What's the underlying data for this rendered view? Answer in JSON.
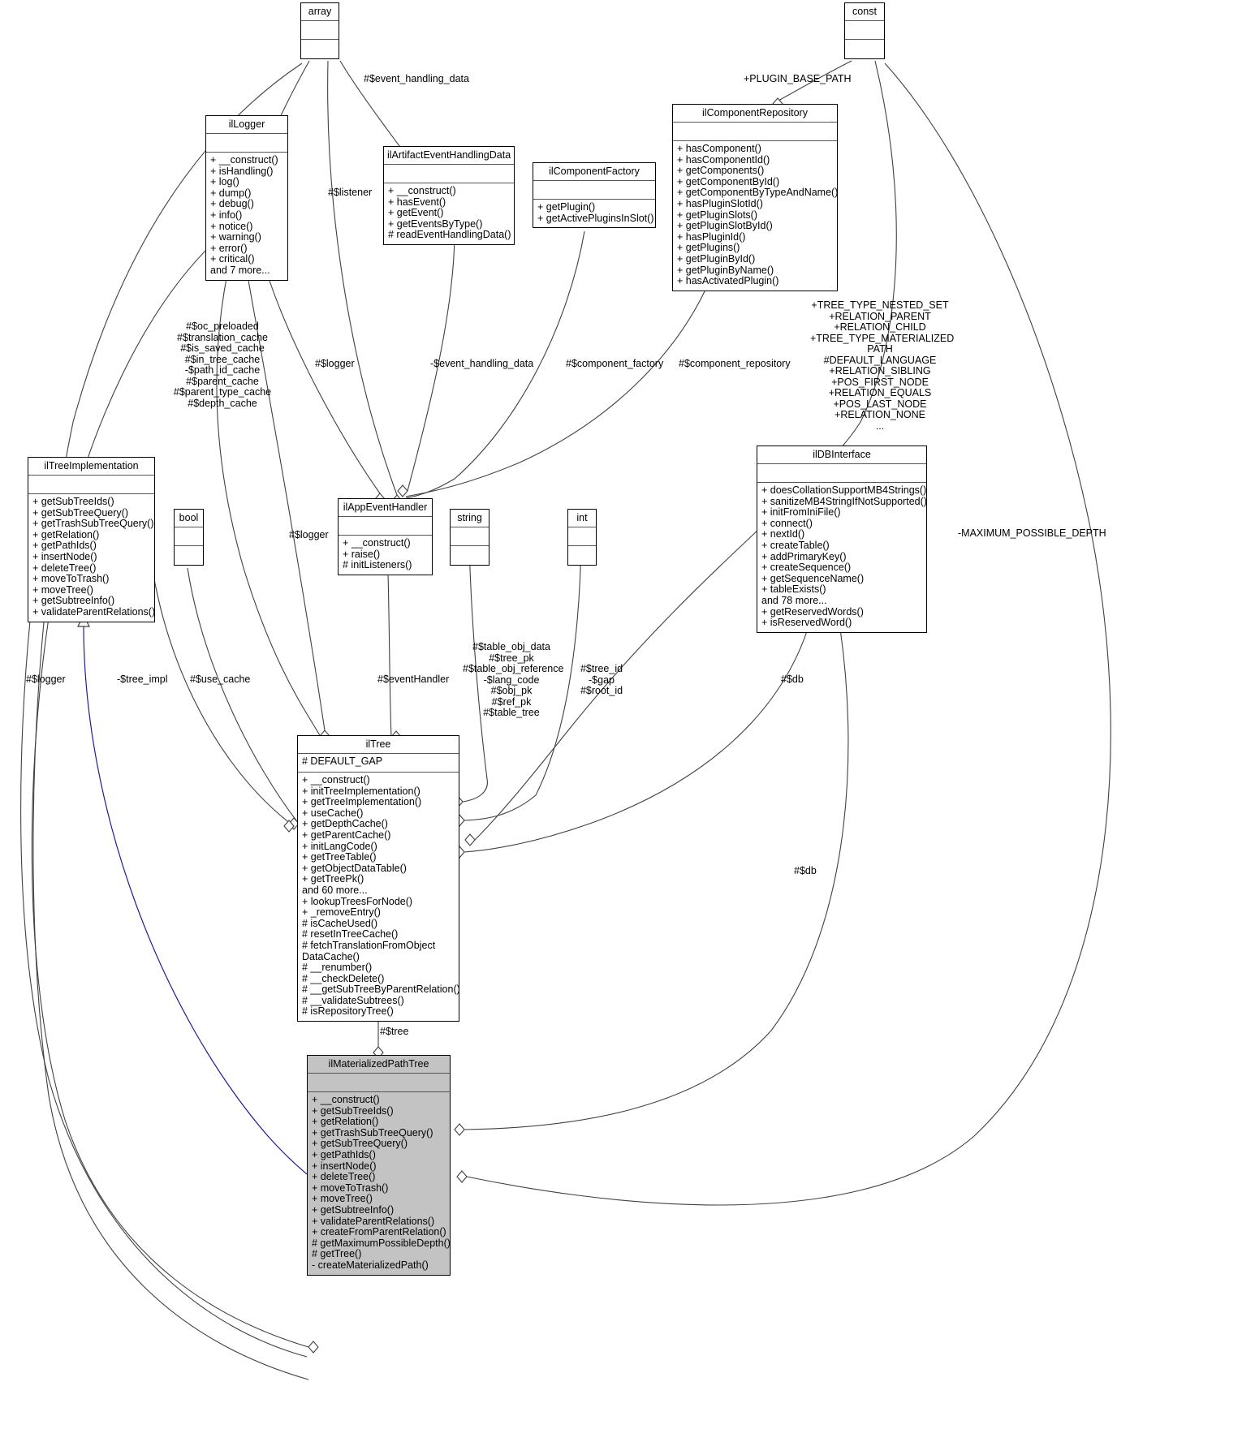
{
  "diagram": {
    "type": "uml-class-diagram",
    "title": "ilMaterializedPathTree collaboration diagram"
  },
  "nodes": {
    "array_top": {
      "name": "array",
      "attrs": [],
      "ops": []
    },
    "const_top": {
      "name": "const",
      "attrs": [],
      "ops": []
    },
    "illogger": {
      "name": "ilLogger",
      "attrs": [],
      "ops": [
        "+ __construct()",
        "+ isHandling()",
        "+ log()",
        "+ dump()",
        "+ debug()",
        "+ info()",
        "+ notice()",
        "+ warning()",
        "+ error()",
        "+ critical()",
        "and 7 more..."
      ]
    },
    "ilartifact": {
      "name": "ilArtifactEventHandlingData",
      "attrs": [],
      "ops": [
        "+ __construct()",
        "+ hasEvent()",
        "+ getEvent()",
        "+ getEventsByType()",
        "# readEventHandlingData()"
      ]
    },
    "ilcomponentfactory": {
      "name": "ilComponentFactory",
      "attrs": [],
      "ops": [
        "+ getPlugin()",
        "+ getActivePluginsInSlot()"
      ]
    },
    "ilcomponentrepository": {
      "name": "ilComponentRepository",
      "attrs": [],
      "ops": [
        "+ hasComponent()",
        "+ hasComponentId()",
        "+ getComponents()",
        "+ getComponentById()",
        "+ getComponentByTypeAndName()",
        "+ hasPluginSlotId()",
        "+ getPluginSlots()",
        "+ getPluginSlotById()",
        "+ hasPluginId()",
        "+ getPlugins()",
        "+ getPluginById()",
        "+ getPluginByName()",
        "+ hasActivatedPlugin()"
      ]
    },
    "iltreeimplementation": {
      "name": "ilTreeImplementation",
      "attrs": [],
      "ops": [
        "+ getSubTreeIds()",
        "+ getSubTreeQuery()",
        "+ getTrashSubTreeQuery()",
        "+ getRelation()",
        "+ getPathIds()",
        "+ insertNode()",
        "+ deleteTree()",
        "+ moveToTrash()",
        "+ moveTree()",
        "+ getSubtreeInfo()",
        "+ validateParentRelations()"
      ]
    },
    "ilappeventhandler": {
      "name": "ilAppEventHandler",
      "attrs": [],
      "ops": [
        "+ __construct()",
        "+ raise()",
        "# initListeners()"
      ]
    },
    "bool": {
      "name": "bool",
      "attrs": [],
      "ops": []
    },
    "string": {
      "name": "string",
      "attrs": [],
      "ops": []
    },
    "int": {
      "name": "int",
      "attrs": [],
      "ops": []
    },
    "ildbinterface": {
      "name": "ilDBInterface",
      "attrs": [],
      "ops": [
        "+ doesCollationSupportMB4Strings()",
        "+ sanitizeMB4StringIfNotSupported()",
        "+ initFromIniFile()",
        "+ connect()",
        "+ nextId()",
        "+ createTable()",
        "+ addPrimaryKey()",
        "+ createSequence()",
        "+ getSequenceName()",
        "+ tableExists()",
        "and 78 more...",
        "+ getReservedWords()",
        "+ isReservedWord()"
      ]
    },
    "iltree": {
      "name": "ilTree",
      "attrs": [
        "# DEFAULT_GAP"
      ],
      "ops": [
        "+ __construct()",
        "+ initTreeImplementation()",
        "+ getTreeImplementation()",
        "+ useCache()",
        "+ getDepthCache()",
        "+ getParentCache()",
        "+ initLangCode()",
        "+ getTreeTable()",
        "+ getObjectDataTable()",
        "+ getTreePk()",
        "and 60 more...",
        "+ lookupTreesForNode()",
        "+ _removeEntry()",
        "# isCacheUsed()",
        "# resetInTreeCache()",
        "# fetchTranslationFromObject",
        "DataCache()",
        "# __renumber()",
        "# __checkDelete()",
        "# __getSubTreeByParentRelation()",
        "# __validateSubtrees()",
        "# isRepositoryTree()"
      ]
    },
    "ilmaterializedpathtree": {
      "name": "ilMaterializedPathTree",
      "attrs": [],
      "ops": [
        "+ __construct()",
        "+ getSubTreeIds()",
        "+ getRelation()",
        "+ getTrashSubTreeQuery()",
        "+ getSubTreeQuery()",
        "+ getPathIds()",
        "+ insertNode()",
        "+ deleteTree()",
        "+ moveToTrash()",
        "+ moveTree()",
        "+ getSubtreeInfo()",
        "+ validateParentRelations()",
        "+ createFromParentRelation()",
        "# getMaximumPossibleDepth()",
        "# getTree()",
        "- createMaterializedPath()"
      ]
    }
  },
  "edge_labels": {
    "event_handling_data_top": "#$event_handling_data",
    "plugin_base_path": "+PLUGIN_BASE_PATH",
    "listener": "#$listener",
    "logger_a": "#$logger",
    "event_handling_data": "-$event_handling_data",
    "component_factory": "#$component_factory",
    "component_repository": "#$component_repository",
    "tree_constants": "+TREE_TYPE_NESTED_SET\n+RELATION_PARENT\n+RELATION_CHILD\n+TREE_TYPE_MATERIALIZED\nPATH\n#DEFAULT_LANGUAGE\n+RELATION_SIBLING\n+POS_FIRST_NODE\n+RELATION_EQUALS\n+POS_LAST_NODE\n+RELATION_NONE\n...",
    "tree_caches": "#$oc_preloaded\n#$translation_cache\n#$is_saved_cache\n#$in_tree_cache\n-$path_id_cache\n#$parent_cache\n#$parent_type_cache\n#$depth_cache",
    "logger_b": "#$logger",
    "logger_c": "#$logger",
    "tree_impl": "-$tree_impl",
    "use_cache": "#$use_cache",
    "event_handler": "#$eventHandler",
    "table_obj_data": "#$table_obj_data\n#$tree_pk\n#$table_obj_reference\n-$lang_code\n#$obj_pk\n#$ref_pk\n#$table_tree",
    "tree_id": "#$tree_id\n-$gap\n#$root_id",
    "db_a": "#$db",
    "db_b": "#$db",
    "maximum_possible_depth": "-MAXIMUM_POSSIBLE_DEPTH",
    "tree": "#$tree"
  }
}
